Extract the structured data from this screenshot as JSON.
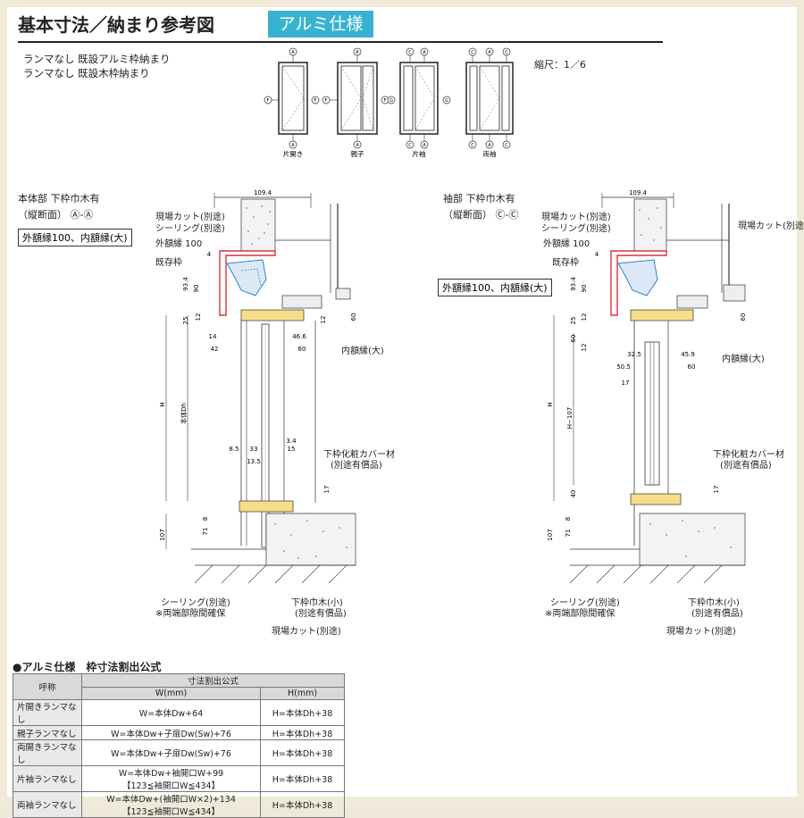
{
  "header": {
    "title": "基本寸法／納まり参考図",
    "badge": "アルミ仕様"
  },
  "notes": {
    "line1": "ランマなし 既設アルミ枠納まり",
    "line2": "ランマなし 既設木枠納まり",
    "scale": "縮尺：1／6"
  },
  "elevations": [
    {
      "label": "片開き",
      "top_marker": "A",
      "bottom_marker": "A",
      "left_marker": "F",
      "right_marker": "F"
    },
    {
      "label": "親子",
      "top_marker": "A",
      "bottom_marker": "A",
      "left_marker": "F",
      "right_marker": "F"
    },
    {
      "label": "片袖",
      "top_marker": "C",
      "top_marker2": "A",
      "bottom_marker": "C",
      "bottom_marker2": "A",
      "left_marker": "G",
      "right_marker": "G"
    },
    {
      "label": "両袖",
      "top_marker": "C",
      "top_marker2": "A",
      "top_marker3": "C",
      "bottom_marker": "C",
      "bottom_marker2": "A",
      "bottom_marker3": "C"
    }
  ],
  "section_left": {
    "heading1": "本体部 下枠巾木有",
    "heading2": "（縦断面） Ⓐ-Ⓐ",
    "boxed": "外額縁100、内額縁(大)",
    "dim_top": "109.4",
    "labels": {
      "cut": "現場カット(別途)",
      "sealing": "シーリング(別途)",
      "outer_trim": "外額縁 100",
      "existing_frame": "既存枠",
      "inner_trim": "内額縁(大)",
      "cover_material": "下枠化粧カバー材",
      "separately": "(別途有償品)",
      "sealing_bottom": "シーリング(別途)",
      "gap_note": "※両端部隙間確保",
      "baseboard": "下枠巾木(小)",
      "baseboard_sub": "(別途有償品)",
      "cut_bottom": "現場カット(別途)"
    },
    "dims": {
      "d93_4": "93.4",
      "d90": "90",
      "d4": "4",
      "d12": "12",
      "d25": "25",
      "d14": "14",
      "d42": "42",
      "d46_6": "46.6",
      "d60": "60",
      "d60b": "60",
      "dH": "H",
      "dDh": "本体Dh",
      "d8_5": "8.5",
      "d33": "33",
      "d3_4": "3.4",
      "d15": "15",
      "d13_5": "13.5",
      "d17": "17",
      "d8": "8",
      "d71": "71",
      "d107": "107"
    }
  },
  "section_right": {
    "heading1": "袖部 下枠巾木有",
    "heading2": "（縦断面） Ⓒ-Ⓒ",
    "boxed": "外額縁100、内額縁(大)",
    "dim_top": "109.4",
    "labels": {
      "cut": "現場カット(別途)",
      "sealing": "シーリング(別途)",
      "outer_trim": "外額縁 100",
      "existing_frame": "既存枠",
      "cut_right": "現場カット(別途)",
      "inner_trim": "内額縁(大)",
      "cover_material": "下枠化粧カバー材",
      "separately": "(別途有償品)",
      "sealing_bottom": "シーリング(別途)",
      "gap_note": "※両端部隙間確保",
      "baseboard": "下枠巾木(小)",
      "baseboard_sub": "(別途有償品)",
      "cut_bottom": "現場カット(別途)"
    },
    "dims": {
      "d93_4": "93.4",
      "d90": "90",
      "d4": "4",
      "d25": "25",
      "d12": "12",
      "d60": "60",
      "d12b": "12",
      "d32_5": "32.5",
      "d50_5": "50.5",
      "d17": "17",
      "d45_9": "45.9",
      "d60b": "60",
      "d60c": "60",
      "dH": "H",
      "dH107": "H−107",
      "d17b": "17",
      "d40": "40",
      "d8": "8",
      "d71": "71",
      "d107": "107"
    }
  },
  "formula": {
    "title": "●アルミ仕様　枠寸法割出公式",
    "col_name": "呼称",
    "col_group": "寸法割出公式",
    "col_w": "W(mm)",
    "col_h": "H(mm)",
    "rows": [
      {
        "name": "片開きランマなし",
        "w": "W=本体Dw+64",
        "w2": "",
        "h": "H=本体Dh+38"
      },
      {
        "name": "親子ランマなし",
        "w": "W=本体Dw+子扉Dw(Sw)+76",
        "w2": "",
        "h": "H=本体Dh+38"
      },
      {
        "name": "両開きランマなし",
        "w": "W=本体Dw+子扉Dw(Sw)+76",
        "w2": "",
        "h": "H=本体Dh+38"
      },
      {
        "name": "片袖ランマなし",
        "w": "W=本体Dw+袖開口W+99",
        "w2": "【123≦袖開口W≦434】",
        "h": "H=本体Dh+38"
      },
      {
        "name": "両袖ランマなし",
        "w": "W=本体Dw+(袖開口W×2)+134",
        "w2": "【123≦袖開口W≦434】",
        "h": "H=本体Dh+38"
      }
    ]
  },
  "colors": {
    "badge": "#38b3cf",
    "frame_red": "#d8333a",
    "blue": "#2b86c8",
    "yellow": "#f1c24b"
  }
}
